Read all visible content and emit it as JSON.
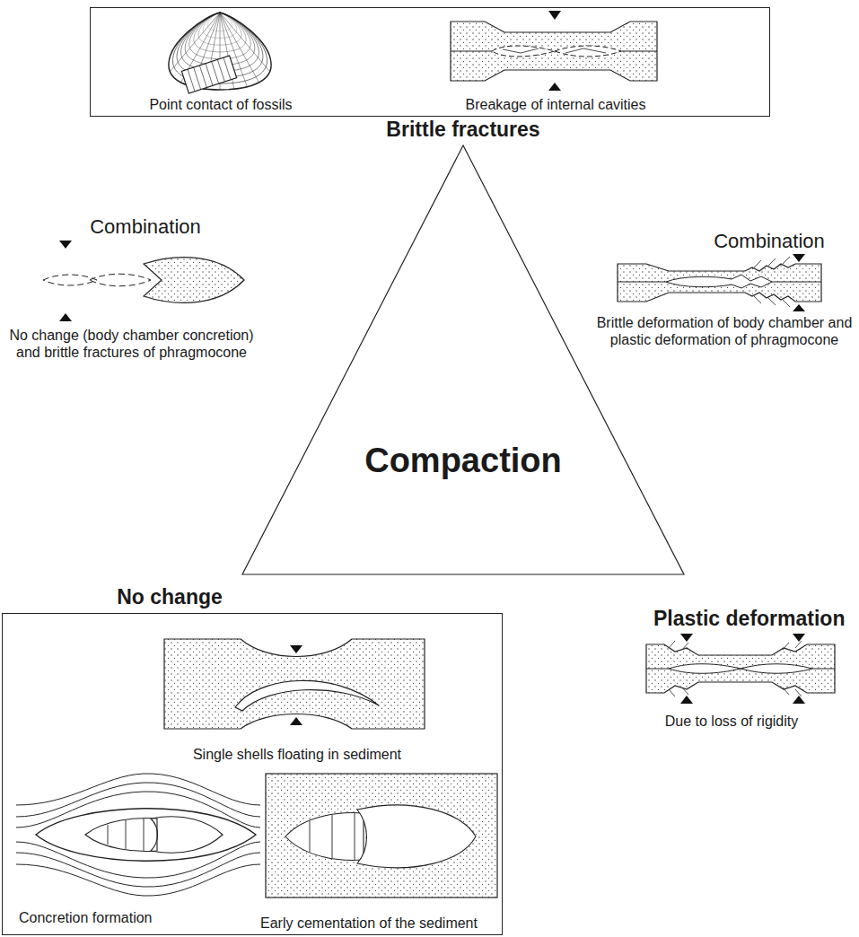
{
  "diagram": {
    "nodes": [
      {
        "text": [
          "Point contact of fossils",
          "Breakage of internal cavities"
        ]
      },
      {
        "text": [
          "Compaction"
        ]
      },
      {
        "text": [
          "Single shells floating in sediment",
          "Concretion formation",
          "Early cementation of the sediment"
        ]
      }
    ],
    "labels": [
      "Brittle fractures",
      "Combination",
      "No change (body chamber concretion) and brittle fractures of phragmocone",
      "Combination",
      "Brittle deformation of body chamber and plastic deformation of phragmocone",
      "No change",
      "Plastic deformation",
      "Due to loss of rigidity"
    ]
  }
}
